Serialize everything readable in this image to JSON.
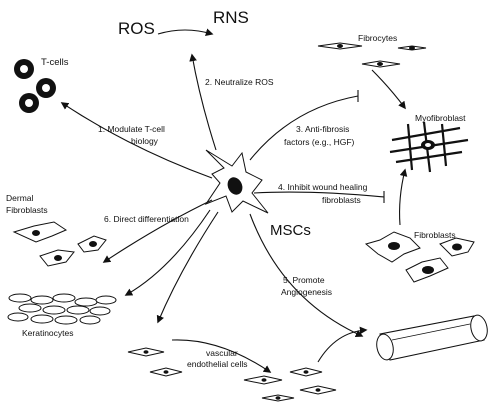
{
  "labels": {
    "ros": "ROS",
    "rns": "RNS",
    "t_cells": "T-cells",
    "fibrocytes": "Fibrocytes",
    "myofibroblast": "Myofibroblast",
    "dermal_line1": "Dermal",
    "dermal_line2": "Fibroblasts",
    "fibroblasts": "Fibroblasts",
    "mscs": "MSCs",
    "keratinocytes": "Keratinocytes",
    "vascular_line1": "vascular",
    "vascular_line2": "endothelial cells"
  },
  "steps": {
    "s1_line1": "1. Modulate T-cell",
    "s1_line2": "biology",
    "s2": "2. Neutralize ROS",
    "s3_line1": "3. Anti-fibrosis",
    "s3_line2": "factors (e.g., HGF)",
    "s4_line1": "4. Inhibit wound healing",
    "s4_line2": "fibroblasts",
    "s5_line1": "5. Promote",
    "s5_line2": "Angiogenesis",
    "s6": "6. Direct differentiation"
  }
}
